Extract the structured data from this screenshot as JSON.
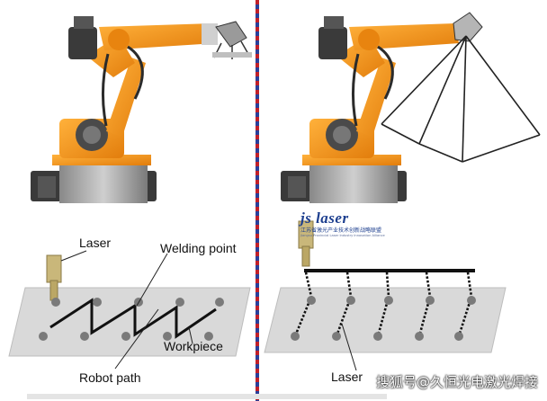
{
  "left_panel": {
    "label_laser": "Laser",
    "label_welding_point": "Welding point",
    "label_workpiece": "Workpiece",
    "label_robot_path": "Robot path"
  },
  "right_panel": {
    "logo_main": "js laser",
    "logo_cn": "江苏省激光产业技术创新战略联盟",
    "logo_en": "Jiangsu Provincial Laser Industry Innovation Alliance",
    "label_laser_partial": "Laser"
  },
  "watermark": "搜狐号@久恒光电激光焊接",
  "colors": {
    "robot_orange": "#f39a1e",
    "robot_dark": "#2b2b2b",
    "plate": "#d9d9d9",
    "laser_head": "#c9b77a",
    "divider_red": "#c0202a",
    "divider_blue": "#2a3f9a",
    "logo_blue": "#1d3f8f"
  },
  "icons": [
    "robot-arm-icon",
    "laser-head-icon",
    "scanner-cone-icon"
  ]
}
